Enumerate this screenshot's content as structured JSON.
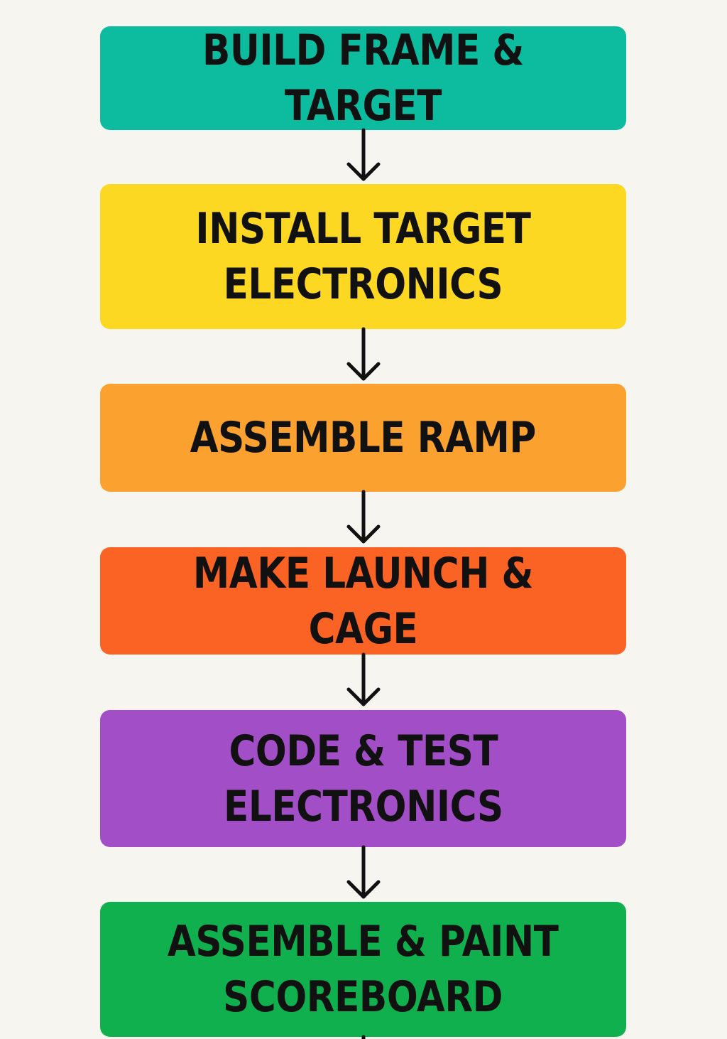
{
  "diagram": {
    "steps": [
      {
        "label": "BUILD FRAME & TARGET",
        "color": "#0dbb9f"
      },
      {
        "label": "INSTALL TARGET\nELECTRONICS",
        "color": "#fcd822"
      },
      {
        "label": "ASSEMBLE RAMP",
        "color": "#fba12f"
      },
      {
        "label": "MAKE LAUNCH & CAGE",
        "color": "#fb6324"
      },
      {
        "label": "CODE & TEST\nELECTRONICS",
        "color": "#a24ec6"
      },
      {
        "label": "ASSEMBLE & PAINT\nSCOREBOARD",
        "color": "#11b04e"
      }
    ],
    "arrow_color": "#111111"
  }
}
